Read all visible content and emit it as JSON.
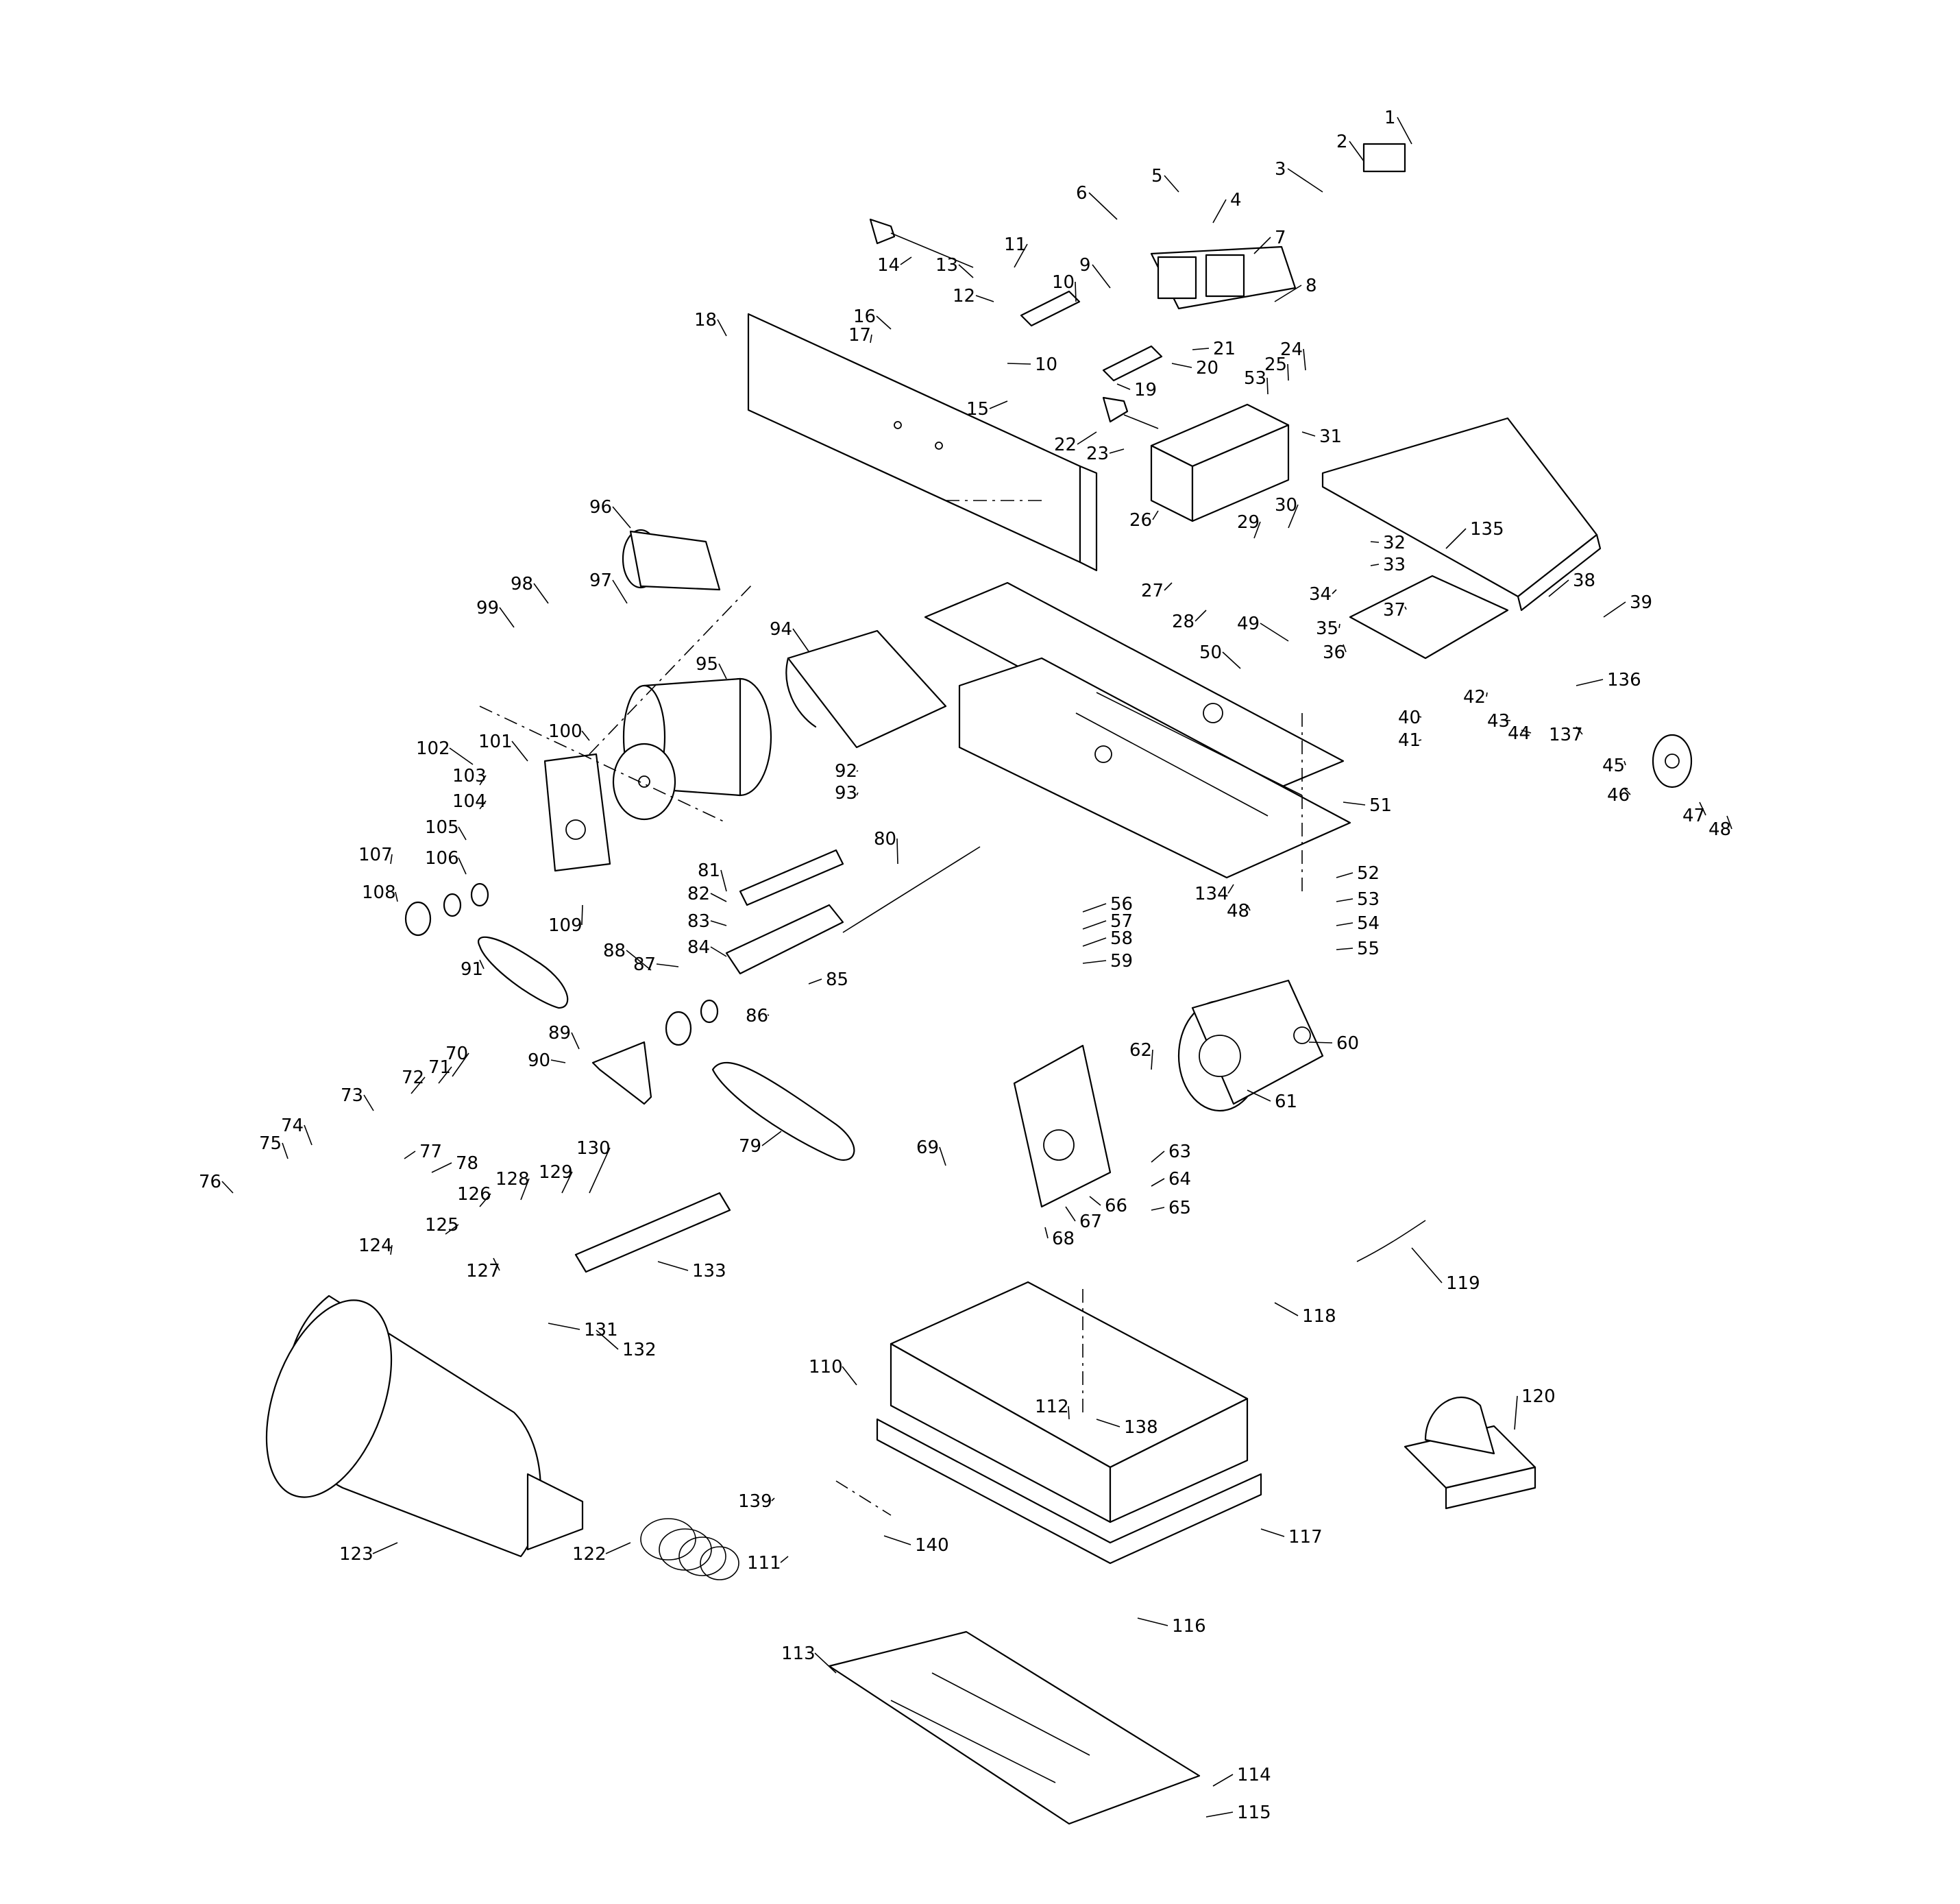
{
  "callouts": [
    {
      "label": "1"
    },
    {
      "label": "2"
    },
    {
      "label": "3"
    },
    {
      "label": "4"
    },
    {
      "label": "5"
    },
    {
      "label": "6"
    },
    {
      "label": "7"
    },
    {
      "label": "8"
    },
    {
      "label": "9"
    },
    {
      "label": "10"
    },
    {
      "label": "10"
    },
    {
      "label": "11"
    },
    {
      "label": "12"
    },
    {
      "label": "13"
    },
    {
      "label": "14"
    },
    {
      "label": "15"
    },
    {
      "label": "16"
    },
    {
      "label": "17"
    },
    {
      "label": "18"
    },
    {
      "label": "19"
    },
    {
      "label": "20"
    },
    {
      "label": "21"
    },
    {
      "label": "22"
    },
    {
      "label": "23"
    },
    {
      "label": "24"
    },
    {
      "label": "25"
    },
    {
      "label": "26"
    },
    {
      "label": "27"
    },
    {
      "label": "28"
    },
    {
      "label": "29"
    },
    {
      "label": "30"
    },
    {
      "label": "31"
    },
    {
      "label": "32"
    },
    {
      "label": "33"
    },
    {
      "label": "34"
    },
    {
      "label": "35"
    },
    {
      "label": "36"
    },
    {
      "label": "37"
    },
    {
      "label": "38"
    },
    {
      "label": "39"
    },
    {
      "label": "40"
    },
    {
      "label": "41"
    },
    {
      "label": "42"
    },
    {
      "label": "43"
    },
    {
      "label": "44"
    },
    {
      "label": "45"
    },
    {
      "label": "46"
    },
    {
      "label": "47"
    },
    {
      "label": "48"
    },
    {
      "label": "48"
    },
    {
      "label": "49"
    },
    {
      "label": "50"
    },
    {
      "label": "51"
    },
    {
      "label": "52"
    },
    {
      "label": "53"
    },
    {
      "label": "53"
    },
    {
      "label": "54"
    },
    {
      "label": "55"
    },
    {
      "label": "56"
    },
    {
      "label": "57"
    },
    {
      "label": "58"
    },
    {
      "label": "59"
    },
    {
      "label": "60"
    },
    {
      "label": "61"
    },
    {
      "label": "62"
    },
    {
      "label": "63"
    },
    {
      "label": "64"
    },
    {
      "label": "65"
    },
    {
      "label": "66"
    },
    {
      "label": "67"
    },
    {
      "label": "68"
    },
    {
      "label": "69"
    },
    {
      "label": "70"
    },
    {
      "label": "71"
    },
    {
      "label": "72"
    },
    {
      "label": "73"
    },
    {
      "label": "74"
    },
    {
      "label": "75"
    },
    {
      "label": "76"
    },
    {
      "label": "77"
    },
    {
      "label": "78"
    },
    {
      "label": "79"
    },
    {
      "label": "80"
    },
    {
      "label": "81"
    },
    {
      "label": "82"
    },
    {
      "label": "83"
    },
    {
      "label": "84"
    },
    {
      "label": "85"
    },
    {
      "label": "86"
    },
    {
      "label": "87"
    },
    {
      "label": "88"
    },
    {
      "label": "89"
    },
    {
      "label": "90"
    },
    {
      "label": "91"
    },
    {
      "label": "92"
    },
    {
      "label": "93"
    },
    {
      "label": "94"
    },
    {
      "label": "95"
    },
    {
      "label": "96"
    },
    {
      "label": "97"
    },
    {
      "label": "98"
    },
    {
      "label": "99"
    },
    {
      "label": "100"
    },
    {
      "label": "101"
    },
    {
      "label": "102"
    },
    {
      "label": "103"
    },
    {
      "label": "104"
    },
    {
      "label": "105"
    },
    {
      "label": "106"
    },
    {
      "label": "107"
    },
    {
      "label": "108"
    },
    {
      "label": "109"
    },
    {
      "label": "110"
    },
    {
      "label": "111"
    },
    {
      "label": "112"
    },
    {
      "label": "113"
    },
    {
      "label": "114"
    },
    {
      "label": "115"
    },
    {
      "label": "116"
    },
    {
      "label": "117"
    },
    {
      "label": "118"
    },
    {
      "label": "119"
    },
    {
      "label": "120"
    },
    {
      "label": "122"
    },
    {
      "label": "123"
    },
    {
      "label": "124"
    },
    {
      "label": "125"
    },
    {
      "label": "126"
    },
    {
      "label": "127"
    },
    {
      "label": "128"
    },
    {
      "label": "129"
    },
    {
      "label": "130"
    },
    {
      "label": "131"
    },
    {
      "label": "132"
    },
    {
      "label": "133"
    },
    {
      "label": "134"
    },
    {
      "label": "135"
    },
    {
      "label": "136"
    },
    {
      "label": "137"
    },
    {
      "label": "138"
    },
    {
      "label": "139"
    },
    {
      "label": "140"
    }
  ]
}
